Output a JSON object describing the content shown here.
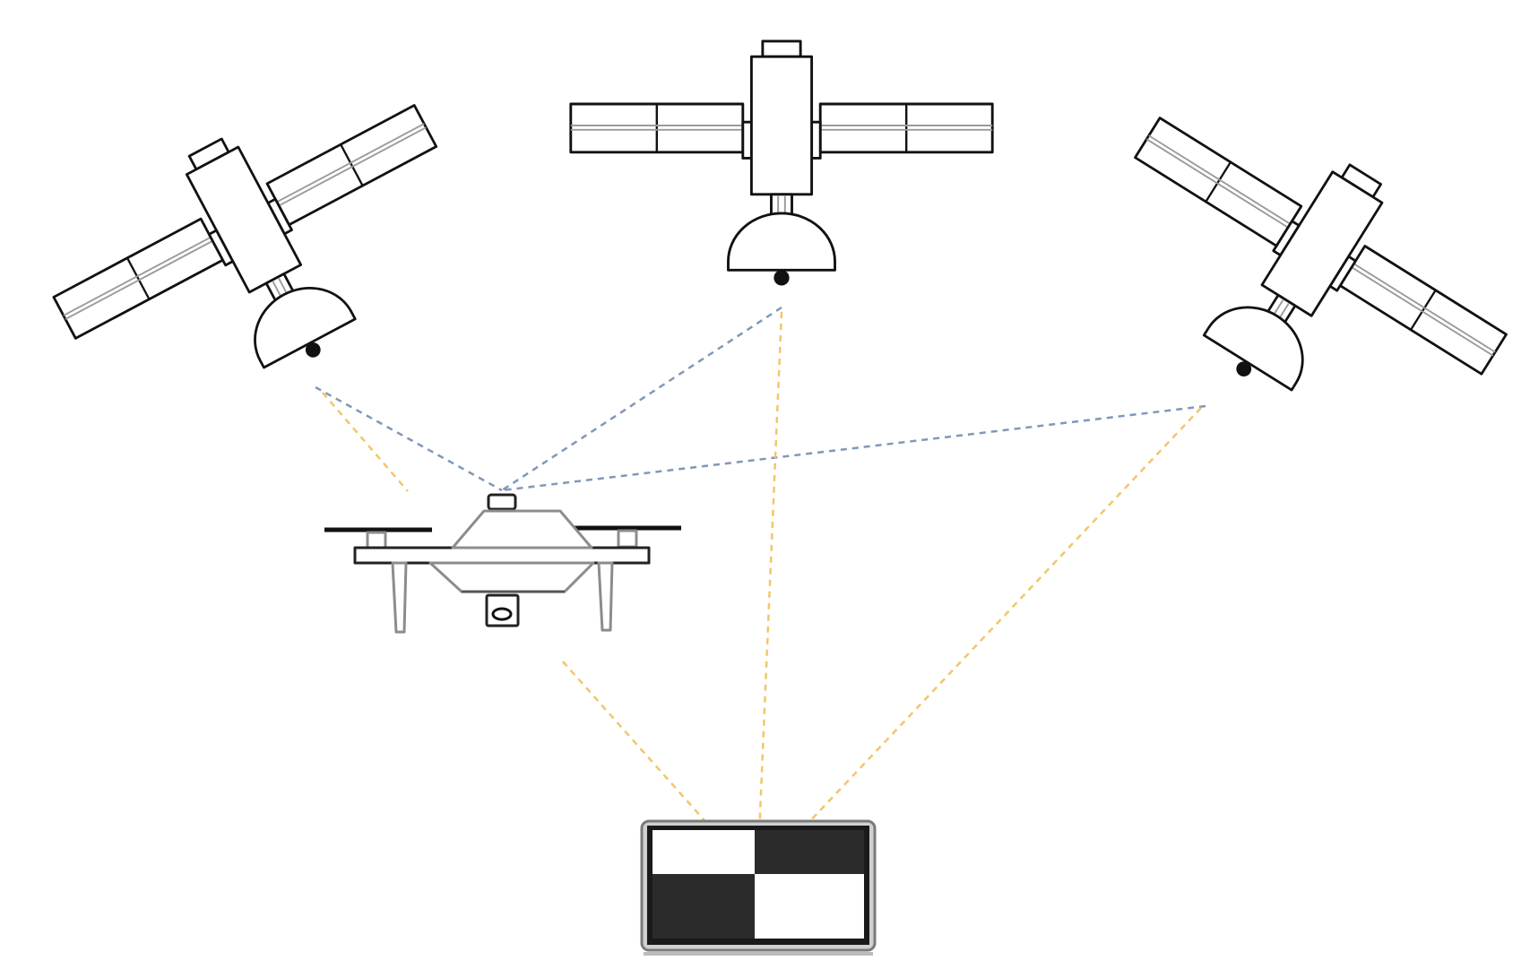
{
  "figure": {
    "satellites": [
      {
        "id": "left",
        "icon": "satellite-icon"
      },
      {
        "id": "top",
        "icon": "satellite-icon"
      },
      {
        "id": "right",
        "icon": "satellite-icon"
      }
    ],
    "drone": {
      "icon": "quadcopter-drone-icon"
    },
    "target": {
      "icon": "checkerboard-ground-target-icon"
    },
    "colors": {
      "satellite_to_drone_signal": "#7f98b8",
      "satellite_to_target_signal": "#f2c66a",
      "outline": "#111111",
      "target_dark": "#2b2b2b"
    }
  }
}
